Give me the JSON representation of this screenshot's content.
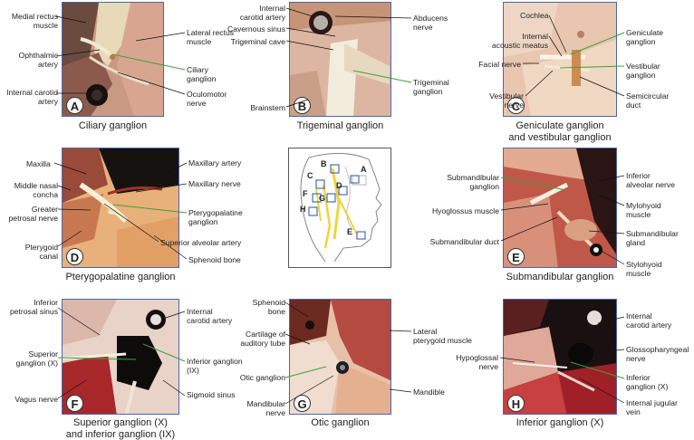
{
  "panels": {
    "A": {
      "badge": "A",
      "caption": "Ciliary ganglion",
      "labels": {
        "medial_rectus": "Medial rectus\nmuscle",
        "lateral_rectus": "Lateral rectus\nmuscle",
        "ophthalmic_artery": "Ophthalmic\nartery",
        "ciliary_ganglion": "Ciliary\nganglion",
        "internal_carotid": "Internal carotid\nartery",
        "oculomotor": "Oculomotor\nnerve"
      }
    },
    "B": {
      "badge": "B",
      "caption": "Trigeminal ganglion",
      "labels": {
        "internal_carotid": "Internal\ncarotid artery",
        "abducens": "Abducens\nnerve",
        "cavernous_sinus": "Cavernous sinus",
        "trigeminal_cave": "Trigeminal cave",
        "trigeminal_ganglion": "Trigeminal\nganglion",
        "brainstem": "Brainstem"
      }
    },
    "C": {
      "badge": "C",
      "caption": "Geniculate ganglion\nand vestibular ganglion",
      "labels": {
        "cochlea": "Cochlea",
        "internal_acoustic": "Internal\nacoustic meatus",
        "geniculate_ganglion": "Geniculate\nganglion",
        "facial_nerve": "Facial nerve",
        "vestibular_ganglion": "Vestibular\nganglion",
        "vestibular_nerve": "Vestibular\nnerve",
        "semicircular_duct": "Semicircular\nduct"
      }
    },
    "D": {
      "badge": "D",
      "caption": "Pterygopalatine ganglion",
      "labels": {
        "maxilla": "Maxilla",
        "maxillary_artery": "Maxillary artery",
        "middle_nasal": "Middle nasal\nconcha",
        "maxillary_nerve": "Maxillary nerve",
        "greater_petrosal": "Greater\npetrosal nerve",
        "pterygopalatine_ganglion": "Pterygopalatine\nganglion",
        "superior_alveolar": "Superior alveolar artery",
        "pterygoid_canal": "Pterygoid\ncanal",
        "sphenoid_bone": "Sphenoid bone"
      }
    },
    "E": {
      "badge": "E",
      "caption": "Submandibular ganglion",
      "labels": {
        "submandibular_ganglion": "Submandibular\nganglion",
        "inferior_alveolar": "Inferior\nalveolar nerve",
        "mylohyoid": "Mylohyoid\nmuscle",
        "hyoglossus": "Hyoglossus muscle",
        "submandibular_gland": "Submandibular\ngland",
        "submandibular_duct": "Submandibular duct",
        "stylohyoid": "Stylohyoid\nmuscle"
      }
    },
    "F": {
      "badge": "F",
      "caption": "Superior ganglion (X)\nand inferior ganglion (IX)",
      "labels": {
        "inferior_petrosal": "Inferior\npetrosal sinus",
        "internal_carotid": "Internal\ncarotid artery",
        "superior_ganglion": "Superior\nganglion (X)",
        "inferior_ganglion": "Inferior ganglion\n(IX)",
        "sigmoid_sinus": "Sigmoid sinus",
        "vagus": "Vagus nerve"
      }
    },
    "G": {
      "badge": "G",
      "caption": "Otic ganglion",
      "labels": {
        "sphenoid_bone": "Sphenoid\nbone",
        "lateral_pterygoid": "Lateral\npterygoid muscle",
        "cartilage": "Cartilage of\nauditory tube",
        "otic_ganglion": "Otic ganglion",
        "mandible": "Mandible",
        "mandibular_nerve": "Mandibular\nnerve"
      }
    },
    "H": {
      "badge": "H",
      "caption": "Inferior ganglion (X)",
      "labels": {
        "internal_carotid": "Internal\ncarotid artery",
        "glossopharyngeal": "Glossopharyngeal\nnerve",
        "hypoglossal": "Hypoglossal\nnerve",
        "inferior_ganglion": "Inferior\nganglion (X)",
        "internal_jugular": "Internal jugular\nvein"
      }
    }
  },
  "center_map": {
    "letters": [
      "A",
      "B",
      "C",
      "D",
      "E",
      "F",
      "G",
      "H"
    ]
  },
  "colors": {
    "frame": "#4a66b0",
    "leader_green": "#3aa33a",
    "leader_black": "#111111"
  }
}
